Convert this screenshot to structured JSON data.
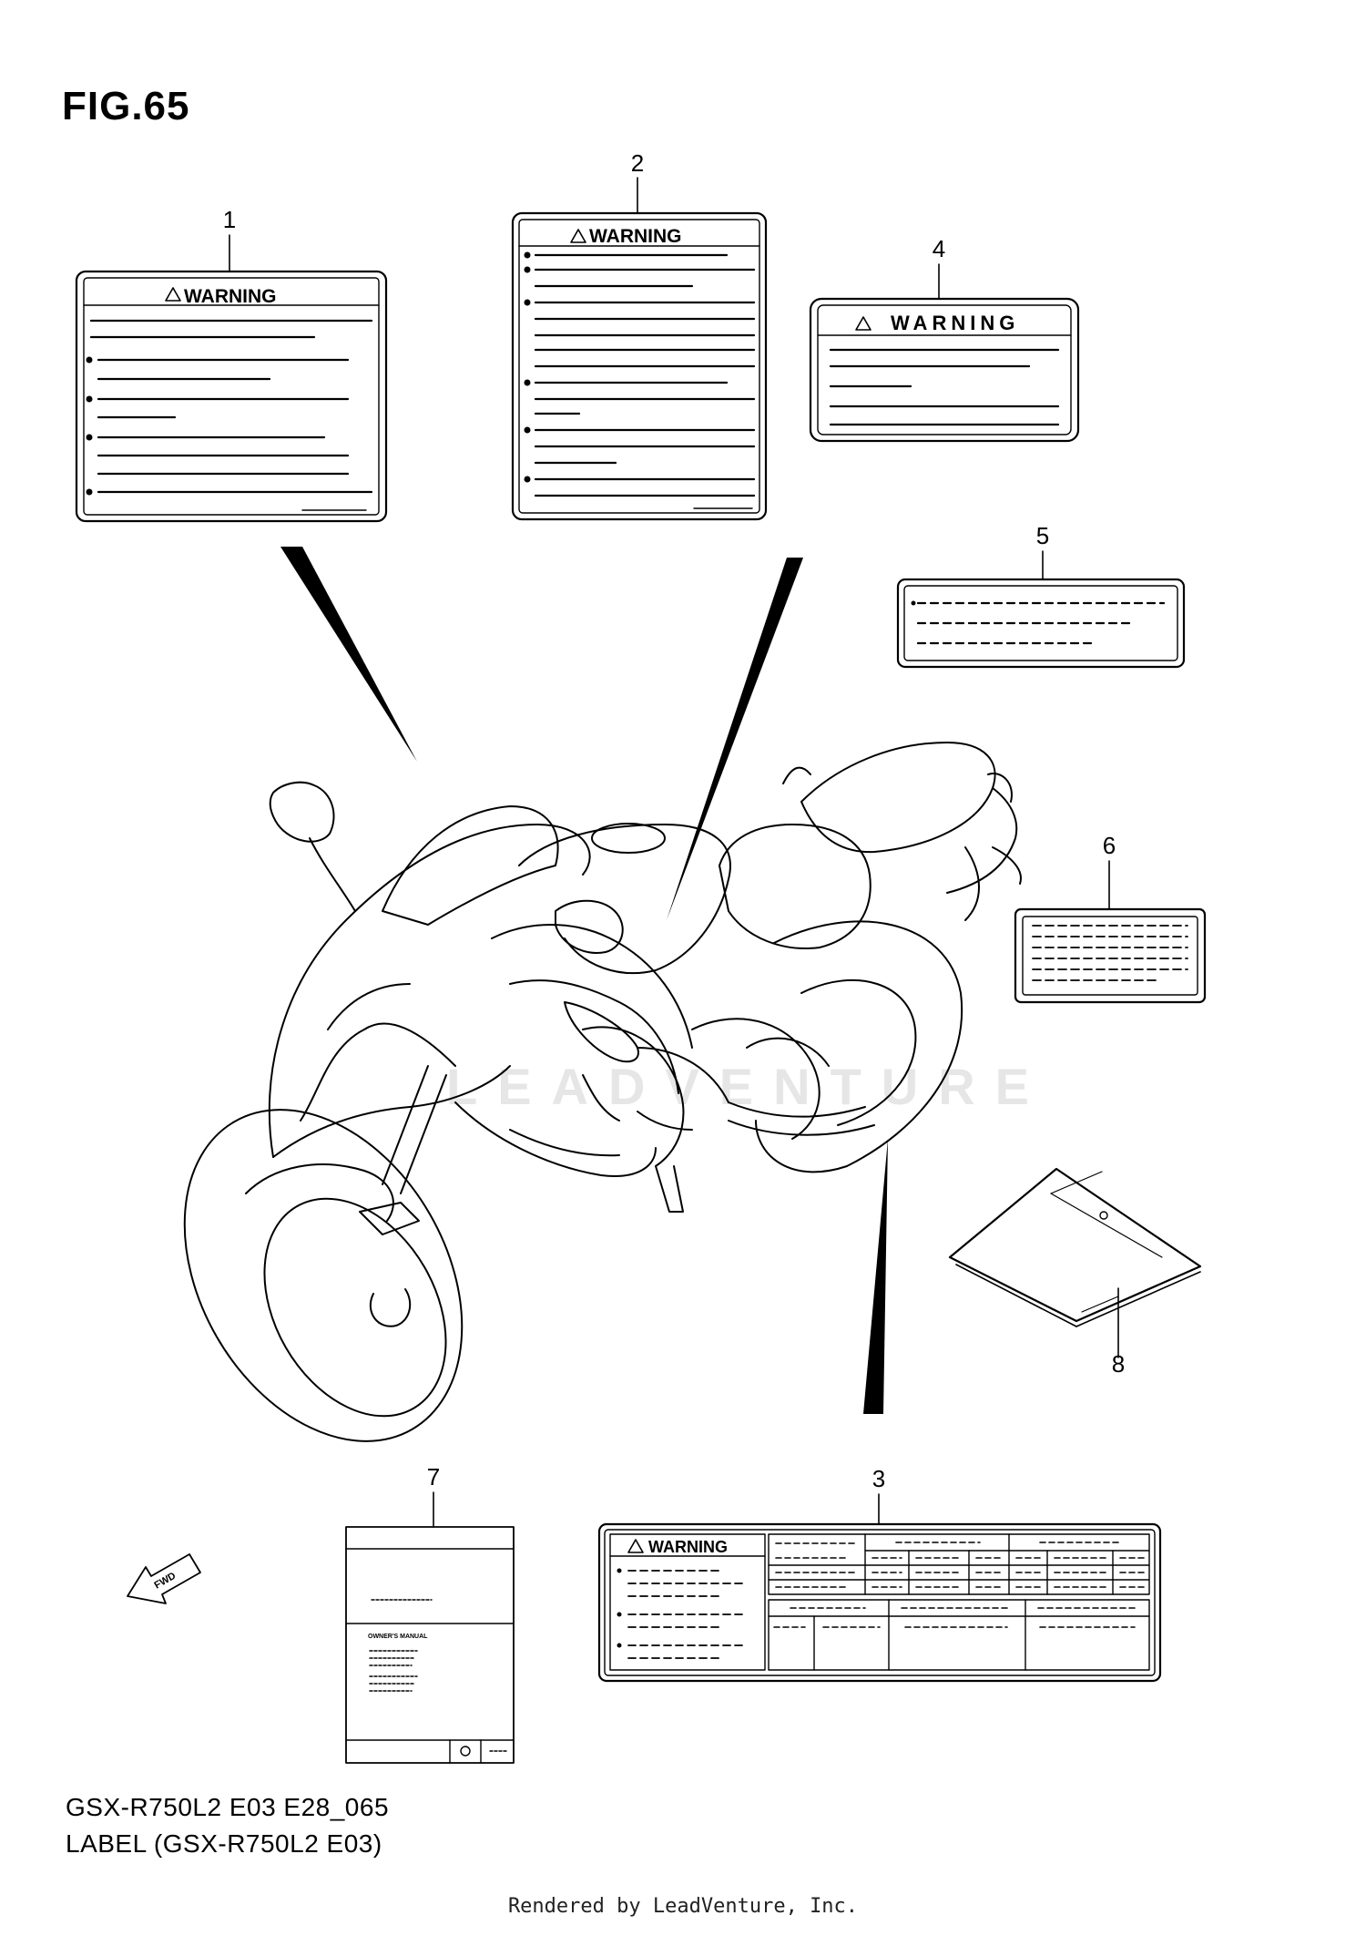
{
  "figure": {
    "title": "FIG.65",
    "model_code": "GSX-R750L2 E03 E28_065",
    "caption": "LABEL (GSX-R750L2 E03)",
    "rendered_by": "Rendered by LeadVenture, Inc.",
    "watermark": "LEADVENTURE"
  },
  "callouts": [
    "1",
    "2",
    "3",
    "4",
    "5",
    "6",
    "7",
    "8"
  ],
  "labels": {
    "warning_text": "WARNING",
    "owners_manual_text": "OWNER'S MANUAL",
    "fwd_text": "FWD"
  },
  "colors": {
    "line": "#000000",
    "background": "#ffffff",
    "watermark": "#e6e6e6"
  }
}
